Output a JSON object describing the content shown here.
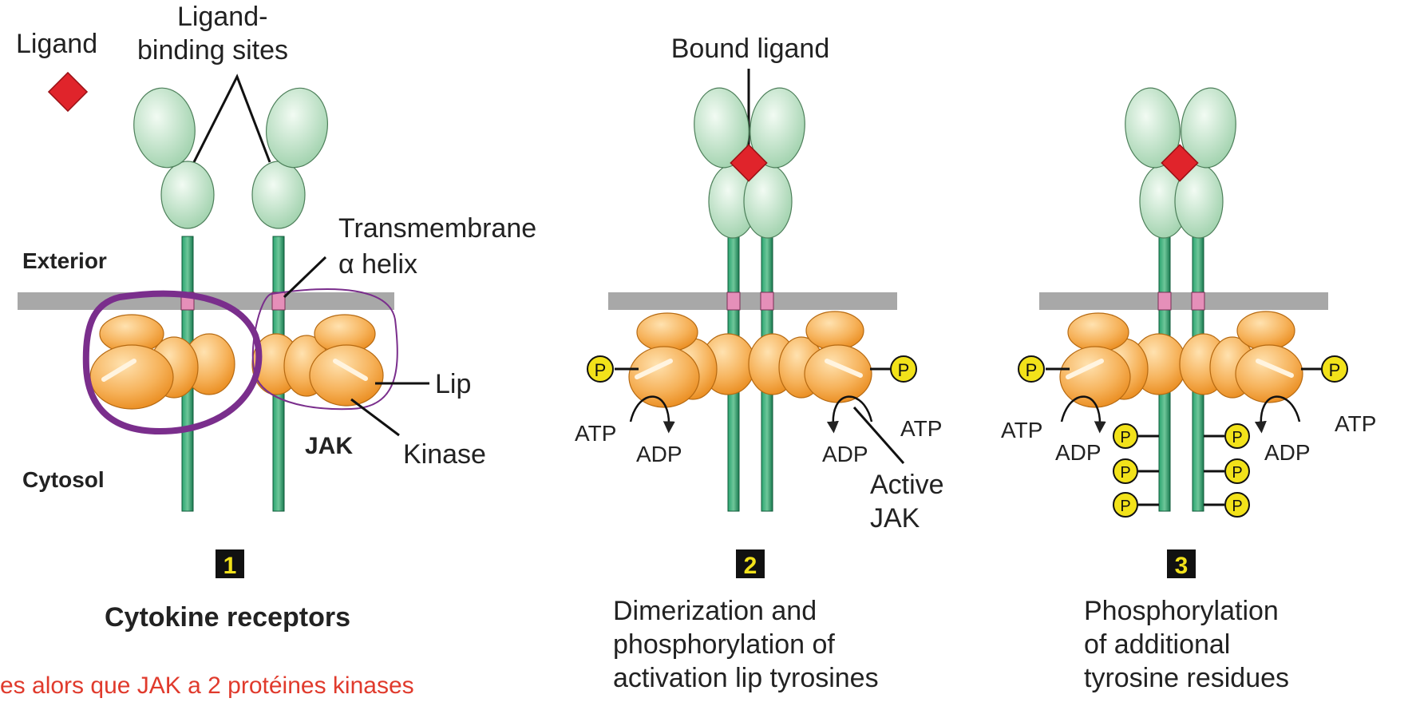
{
  "labels": {
    "ligand": "Ligand",
    "ligand_binding_sites_1": "Ligand-",
    "ligand_binding_sites_2": "binding sites",
    "exterior": "Exterior",
    "cytosol": "Cytosol",
    "transmembrane_1": "Transmembrane",
    "transmembrane_2": "α helix",
    "lip": "Lip",
    "jak": "JAK",
    "kinase": "Kinase",
    "bound_ligand": "Bound ligand",
    "active_1": "Active",
    "active_2": "JAK",
    "atp": "ATP",
    "adp": "ADP",
    "phosphate": "P"
  },
  "panels": [
    {
      "number": "1",
      "caption": [
        "Cytokine receptors"
      ]
    },
    {
      "number": "2",
      "caption": [
        "Dimerization and",
        "phosphorylation of",
        "activation lip tyrosines"
      ]
    },
    {
      "number": "3",
      "caption": [
        "Phosphorylation",
        "of additional",
        "tyrosine residues"
      ]
    }
  ],
  "annotation": "es alors que JAK a 2 protéines kinases",
  "colors": {
    "receptor_stalk": "#1f8a5c",
    "receptor_head": "#cdebd4",
    "membrane": "#a8a8a8",
    "jak": "#f5a340",
    "ligand": "#e0242b",
    "phosphate": "#f2e21a",
    "highlight": "#7a2e8c",
    "annotation": "#e03a2c"
  }
}
